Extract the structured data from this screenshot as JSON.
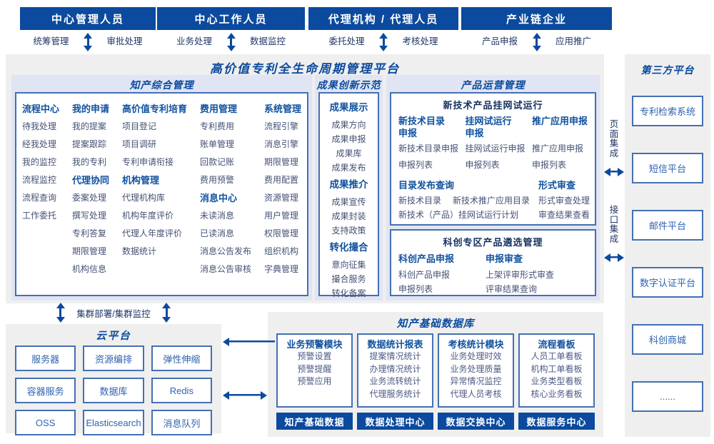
{
  "top_actors": [
    {
      "title": "中心管理人员",
      "left": "统筹管理",
      "right": "审批处理"
    },
    {
      "title": "中心工作人员",
      "left": "业务处理",
      "right": "数据监控"
    },
    {
      "title": "代理机构 / 代理人员",
      "left": "委托处理",
      "right": "考核处理"
    },
    {
      "title": "产业链企业",
      "left": "产品申报",
      "right": "应用推广"
    }
  ],
  "platform": {
    "title": "高价值专利全生命周期管理平台",
    "ip_management": {
      "title": "知产综合管理",
      "columns": [
        [
          {
            "h": "流程中心"
          },
          {
            "i": "待我处理"
          },
          {
            "i": "经我处理"
          },
          {
            "i": "我的监控"
          },
          {
            "i": "流程监控"
          },
          {
            "i": "流程查询"
          },
          {
            "i": "工作委托"
          }
        ],
        [
          {
            "h": "我的申请"
          },
          {
            "i": "我的提案"
          },
          {
            "i": "提案跟踪"
          },
          {
            "i": "我的专利"
          },
          {
            "h": "代理协同"
          },
          {
            "i": "委案处理"
          },
          {
            "i": "撰写处理"
          },
          {
            "i": "专利答复"
          },
          {
            "i": "期限管理"
          },
          {
            "i": "机构信息"
          }
        ],
        [
          {
            "h": "高价值专利培育"
          },
          {
            "i": "项目登记"
          },
          {
            "i": "项目调研"
          },
          {
            "i": "专利申请衔接"
          },
          {
            "h": "机构管理"
          },
          {
            "i": "代理机构库"
          },
          {
            "i": "机构年度评价"
          },
          {
            "i": "代理人年度评价"
          },
          {
            "i": "数据统计"
          }
        ],
        [
          {
            "h": "费用管理"
          },
          {
            "i": "专利费用"
          },
          {
            "i": "账单管理"
          },
          {
            "i": "回款记账"
          },
          {
            "i": "费用预警"
          },
          {
            "h": "消息中心"
          },
          {
            "i": "未读消息"
          },
          {
            "i": "已读消息"
          },
          {
            "i": "消息公告发布"
          },
          {
            "i": "消息公告审核"
          }
        ],
        [
          {
            "h": "系统管理"
          },
          {
            "i": "流程引擎"
          },
          {
            "i": "消息引擎"
          },
          {
            "i": "期限管理"
          },
          {
            "i": "费用配置"
          },
          {
            "i": "资源管理"
          },
          {
            "i": "用户管理"
          },
          {
            "i": "权限管理"
          },
          {
            "i": "组织机构"
          },
          {
            "i": "字典管理"
          }
        ]
      ]
    },
    "innovation": {
      "title": "成果创新示范",
      "entries": [
        {
          "h": "成果展示"
        },
        {
          "i": "成果方向"
        },
        {
          "i": "成果申报"
        },
        {
          "i": "成果库"
        },
        {
          "i": "成果发布"
        },
        {
          "h": "成果推介"
        },
        {
          "i": "成果宣传"
        },
        {
          "i": "成果封装"
        },
        {
          "i": "支持政策"
        },
        {
          "h": "转化撮合"
        },
        {
          "i": "意向征集"
        },
        {
          "i": "撮合服务"
        },
        {
          "i": "转化备案"
        }
      ]
    },
    "product_ops": {
      "title": "产品运营管理",
      "trial": {
        "title": "新技术产品挂网试运行",
        "columns": [
          {
            "header": "新技术目录\n申报",
            "items": [
              "新技术目录申报",
              "申报列表"
            ]
          },
          {
            "header": "挂网试运行\n申报",
            "items": [
              "挂网试运行申报",
              "申报列表"
            ]
          },
          {
            "header": "推广应用申报",
            "items": [
              "推广应用申报",
              "申报列表"
            ]
          }
        ],
        "bottom": [
          {
            "header": "目录发布查询",
            "rows": [
              [
                "新技术目录",
                "新技术推广应用目录"
              ],
              [
                "新技术（产品）挂网试运行计划"
              ]
            ]
          },
          {
            "header": "形式审查",
            "rows": [
              [
                "形式审查处理"
              ],
              [
                "审查结果查看"
              ]
            ]
          }
        ]
      },
      "selection": {
        "title": "科创专区产品遴选管理",
        "columns": [
          {
            "header": "科创产品申报",
            "items": [
              "科创产品申报",
              "申报列表"
            ]
          },
          {
            "header": "申报审查",
            "items": [
              "上架评审形式审查",
              "评审结果查询"
            ]
          }
        ]
      }
    }
  },
  "third_party": {
    "title": "第三方平台",
    "systems": [
      "专利检索系统",
      "短信平台",
      "邮件平台",
      "数字认证平台",
      "科创商城",
      "......"
    ]
  },
  "integration": {
    "page": "页面集成",
    "api": "接口集成"
  },
  "cluster_label": "集群部署/集群监控",
  "cloud": {
    "title": "云平台",
    "services": [
      "服务器",
      "资源编排",
      "弹性伸缩",
      "容器服务",
      "数据库",
      "Redis",
      "OSS",
      "Elasticsearch",
      "消息队列"
    ]
  },
  "database": {
    "title": "知产基础数据库",
    "modules": [
      {
        "header": "业务预警模块",
        "items": [
          "预警设置",
          "预警提醒",
          "预警应用"
        ]
      },
      {
        "header": "数据统计报表",
        "items": [
          "提案情况统计",
          "办理情况统计",
          "业务流转统计",
          "代理服务统计"
        ]
      },
      {
        "header": "考核统计模块",
        "items": [
          "业务处理时效",
          "业务处理质量",
          "异常情况监控",
          "代理人员考核"
        ]
      },
      {
        "header": "流程看板",
        "items": [
          "人员工单看板",
          "机构工单看板",
          "业务类型看板",
          "核心业务看板"
        ]
      }
    ],
    "centers": [
      "知产基础数据",
      "数据处理中心",
      "数据交换中心",
      "数据服务中心"
    ]
  },
  "colors": {
    "primary": "#0b4a9e",
    "section_bg": "#e1e5f3",
    "panel_bg": "#efefef",
    "border": "#4470b4"
  }
}
